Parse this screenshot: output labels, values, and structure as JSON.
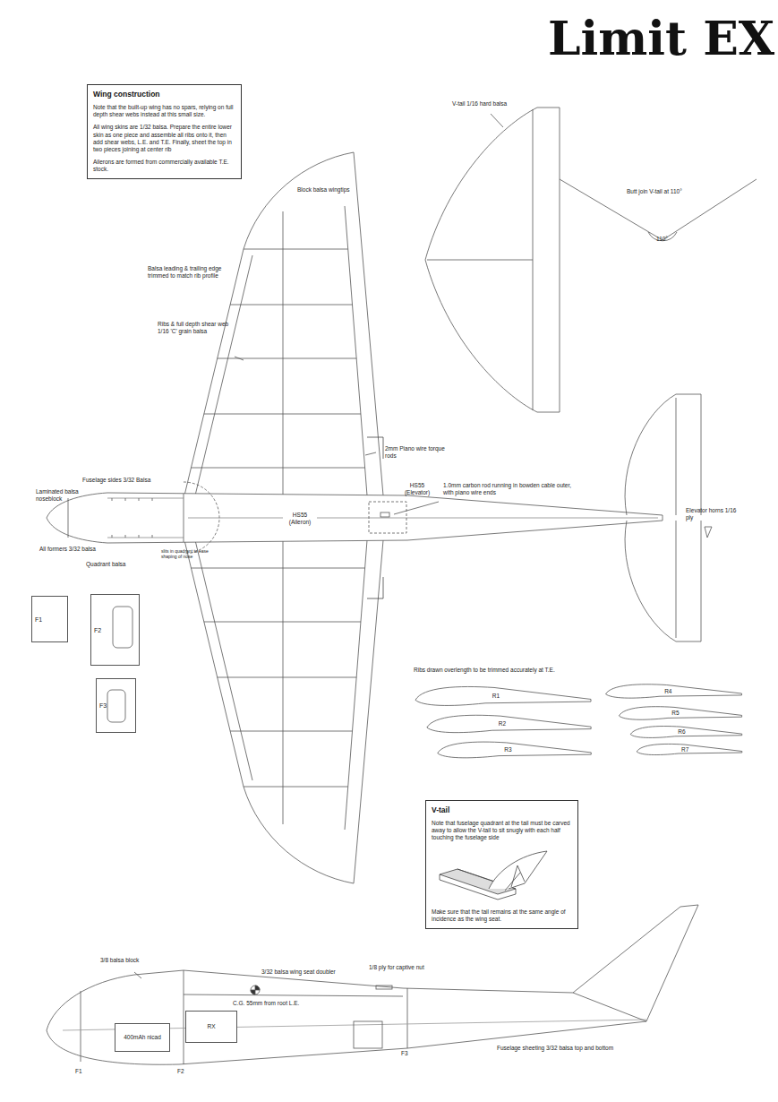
{
  "diagram": {
    "title": "Limit EX",
    "nodes": [
      {
        "text": [
          "Wing construction",
          "Note that the built-up wing has no spars, relying on full depth shear webs instead at this small size.",
          "All wing skins are 1/32 balsa. Prepare the entire lower skin as one piece and assemble all ribs onto it, then add shear webs, L.E. and T.E. Finally, sheet the top in two pieces joining at center rib",
          "Ailerons are formed from commercially available T.E. stock."
        ]
      },
      {
        "text": [
          "F1"
        ]
      },
      {
        "text": [
          "F2"
        ]
      },
      {
        "text": [
          "F3"
        ]
      },
      {
        "text": [
          "R1"
        ]
      },
      {
        "text": [
          "R2"
        ]
      },
      {
        "text": [
          "R3"
        ]
      },
      {
        "text": [
          "R4"
        ]
      },
      {
        "text": [
          "R5"
        ]
      },
      {
        "text": [
          "R6"
        ]
      },
      {
        "text": [
          "R7"
        ]
      },
      {
        "text": [
          "V-tail",
          "Note that fuselage quadrant at the tail must be carved away to allow the V-tail to sit snugly with each half touching the fuselage side",
          "Make sure that the tail remains at the same angle of incidence as the wing seat."
        ]
      },
      {
        "text": [
          "400mAh nicad"
        ]
      },
      {
        "text": [
          "RX"
        ]
      }
    ],
    "labels": [
      "V-tail 1/16 hard balsa",
      "Butt join V-tail at 110°",
      "110°",
      "Block balsa wingtips",
      "Balsa leading & trailing edge trimmed to match rib profile",
      "Ribs & full depth shear web 1/16 'C' grain balsa",
      "2mm Piano wire torque rods",
      "HS55 (Elevator)",
      "1.0mm carbon rod running in bowden cable outer, with piano wire ends",
      "Elevator horns 1/16 ply",
      "HS55 (Aileron)",
      "Fuselage sides 3/32 Balsa",
      "Laminated balsa noseblock",
      "All formers 3/32 balsa",
      "Quadrant balsa",
      "slits in quadrant to ease shaping of nose",
      "Ribs drawn overlength to be trimmed accurately at T.E.",
      "3/8 balsa block",
      "3/32 balsa wing seat doubler",
      "1/8 ply for captive nut",
      "C.G. 55mm from root L.E.",
      "F1",
      "F2",
      "F3",
      "Fuselage sheeting 3/32 balsa top and bottom"
    ]
  }
}
